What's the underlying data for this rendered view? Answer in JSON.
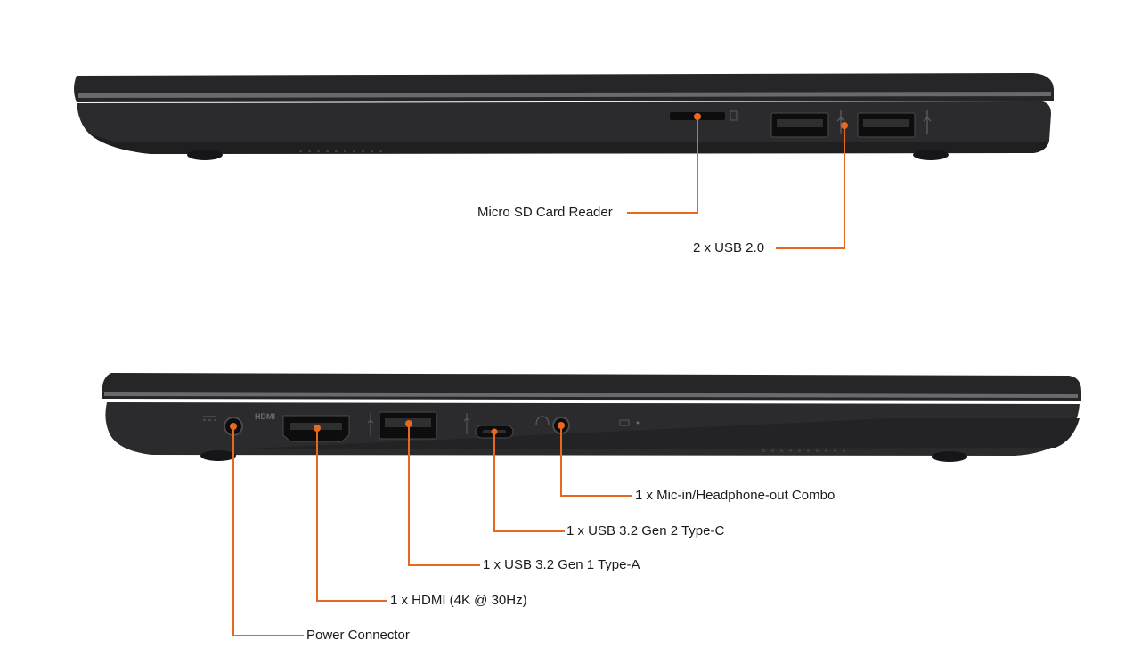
{
  "colors": {
    "callout": "#e8681e",
    "chassis": "#2b2b2d",
    "chassis_dark": "#1c1c1e",
    "lid_stripe": "#6a6a6c",
    "port": "#0d0d0e",
    "background": "#ffffff"
  },
  "right_side": {
    "callouts": [
      {
        "label": "Micro SD Card Reader",
        "port": "micro-sd-slot"
      },
      {
        "label": "2 x USB 2.0",
        "port": "usb-a-pair"
      }
    ]
  },
  "left_side": {
    "callouts": [
      {
        "label": "1 x Mic-in/Headphone-out Combo",
        "port": "audio-jack"
      },
      {
        "label": "1 x USB 3.2 Gen 2 Type-C",
        "port": "usb-c-port"
      },
      {
        "label": "1 x USB 3.2 Gen 1 Type-A",
        "port": "usb-a-port"
      },
      {
        "label": "1 x HDMI (4K @ 30Hz)",
        "port": "hdmi-port"
      },
      {
        "label": "Power Connector",
        "port": "power-jack"
      }
    ]
  },
  "icons": [
    "sd-card-icon",
    "usb-icon",
    "hdmi-icon",
    "usb-ss-icon",
    "headphone-icon",
    "dc-power-icon",
    "led-indicator-icon"
  ]
}
